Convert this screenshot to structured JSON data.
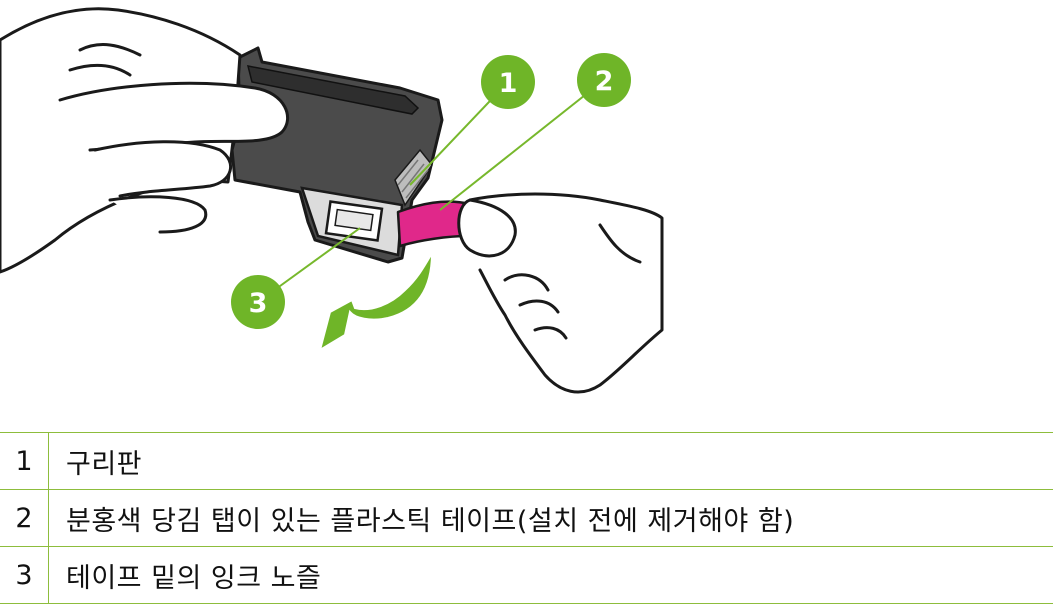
{
  "callouts": [
    {
      "number": "1"
    },
    {
      "number": "2"
    },
    {
      "number": "3"
    }
  ],
  "legend": [
    {
      "number": "1",
      "text": "구리판"
    },
    {
      "number": "2",
      "text": "분홍색 당김 탭이 있는 플라스틱 테이프(설치 전에 제거해야 함)"
    },
    {
      "number": "3",
      "text": "테이프 밑의 잉크 노즐"
    }
  ],
  "colors": {
    "callout_fill": "#6fb528",
    "callout_line": "#77b82c",
    "pull_tab": "#e0288a",
    "cartridge_body": "#4a4a4a",
    "table_rule": "#8dbd3c"
  },
  "icons": [
    "ink-cartridge",
    "hand-holding-cartridge",
    "hand-pulling-tab",
    "curved-arrow"
  ]
}
